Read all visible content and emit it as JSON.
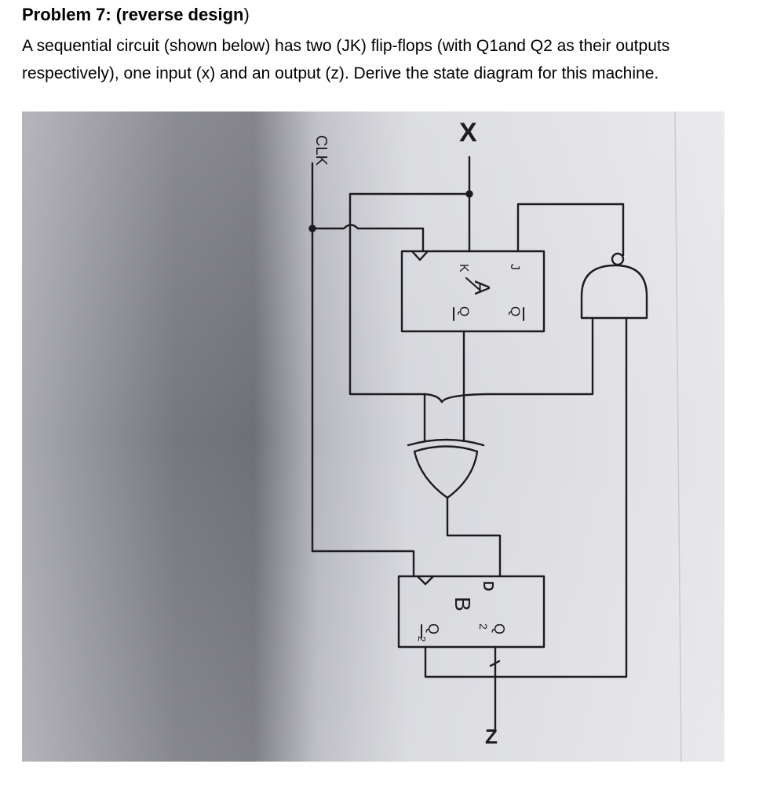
{
  "problem": {
    "title_bold": "Problem 7: (reverse design",
    "title_tail": ")",
    "description": "A sequential circuit (shown below) has two (JK) flip-flops (with Q1and Q2 as their outputs respectively), one input (x) and an output (z).  Derive the state diagram for this machine."
  },
  "diagram": {
    "clk_label": "CLK",
    "input_label": "X",
    "output_label": "Z",
    "flipflop_a": {
      "name": "A",
      "pin_j": "J",
      "pin_k": "K",
      "pin_q": "Q",
      "pin_qbar": "Q"
    },
    "flipflop_b": {
      "name": "B",
      "pin_d": "D",
      "pin_q": "Q",
      "pin_qbar": "Q",
      "pin_sub": "2"
    }
  },
  "colors": {
    "paper_light": "#dedee2",
    "paper_shadow": "#7a7b82",
    "ink": "#1b1b20"
  }
}
